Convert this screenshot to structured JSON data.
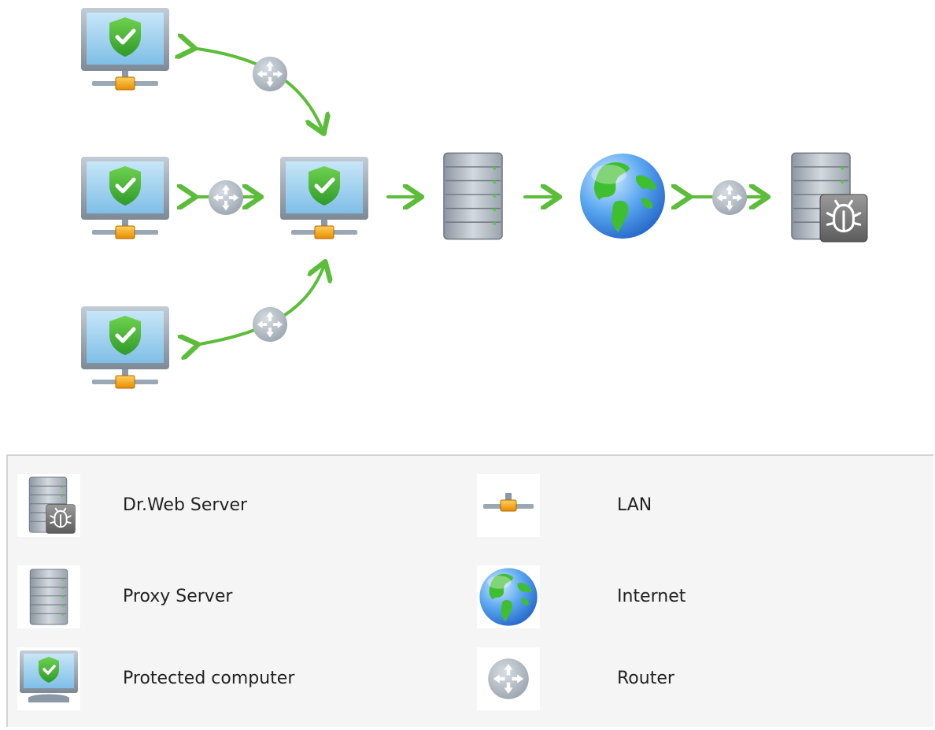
{
  "legend": {
    "items": [
      {
        "icon": "drweb-server-icon",
        "label": "Dr.Web Server"
      },
      {
        "icon": "lan-icon",
        "label": "LAN"
      },
      {
        "icon": "proxy-server-icon",
        "label": "Proxy Server"
      },
      {
        "icon": "internet-icon",
        "label": "Internet"
      },
      {
        "icon": "protected-computer-icon",
        "label": "Protected computer"
      },
      {
        "icon": "router-icon",
        "label": "Router"
      }
    ]
  },
  "colors": {
    "arrow": "#5cbd3a",
    "shield": "#4cb43a",
    "monitor_frame": "#9aa7b5",
    "screen": "#a6d4f0",
    "router": "#a9b1bb",
    "lan_connector": "#f0a10a"
  }
}
